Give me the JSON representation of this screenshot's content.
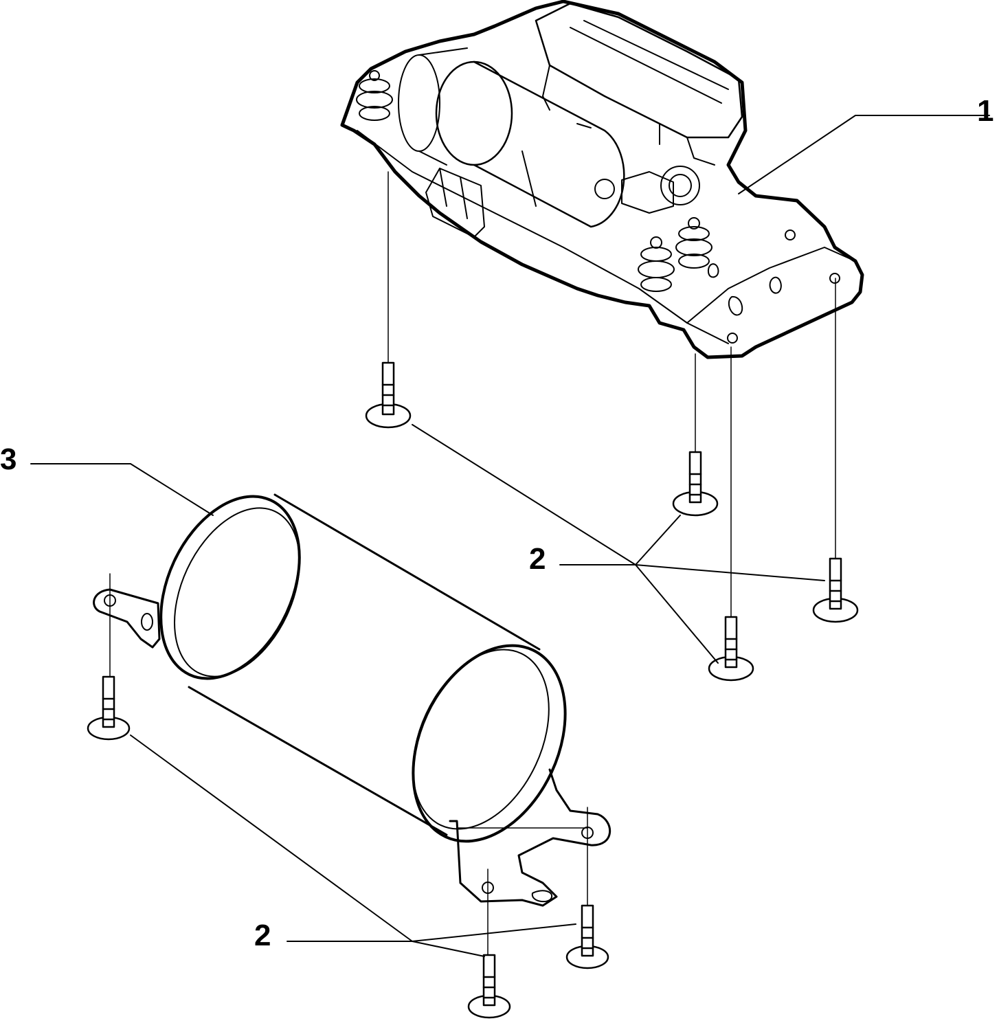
{
  "callouts": {
    "part_1": "1",
    "part_2_upper": "2",
    "part_3": "3",
    "part_2_lower": "2"
  },
  "parts": [
    "air-compressor-unit",
    "mounting-bolt",
    "air-reservoir-tank"
  ],
  "colors": {
    "line": "#000000",
    "background": "#ffffff"
  }
}
